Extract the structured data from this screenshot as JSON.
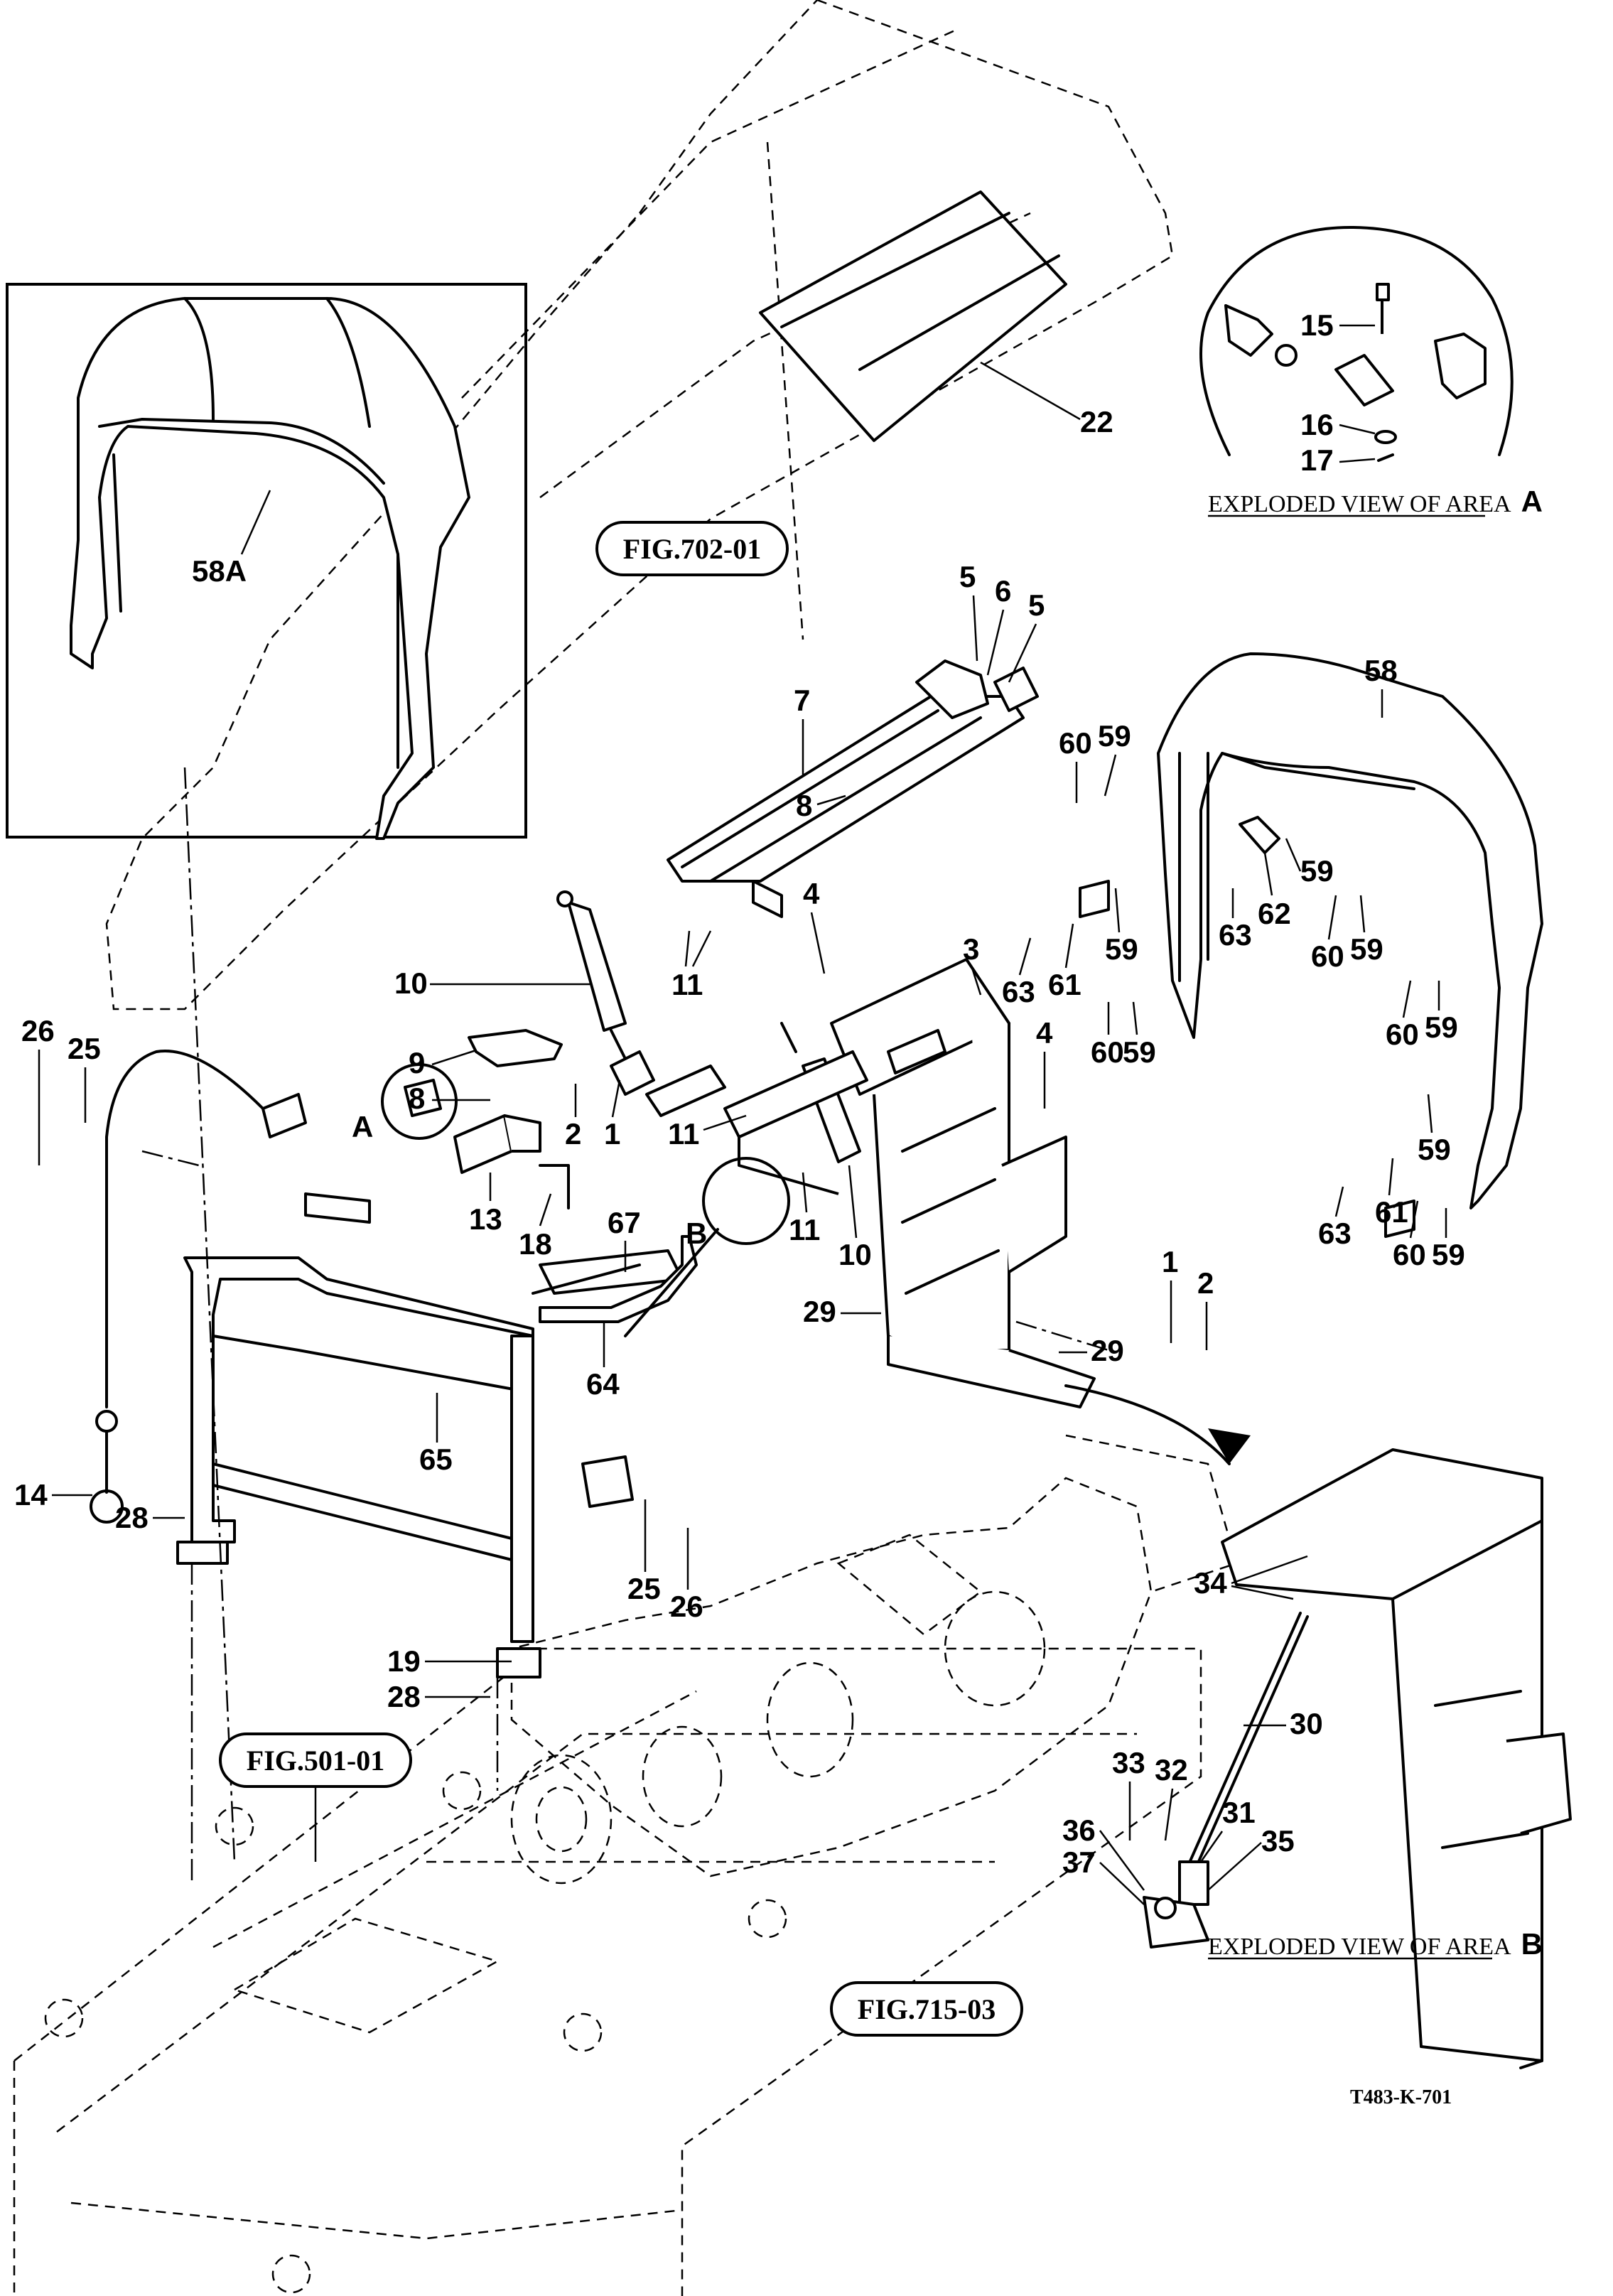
{
  "callouts": {
    "fig_702": "FIG.702-01",
    "fig_501": "FIG.501-01",
    "fig_715": "FIG.715-03"
  },
  "exploded_a": {
    "caption": "EXPLODED VIEW OF AREA",
    "letter": "A"
  },
  "exploded_b": {
    "caption": "EXPLODED VIEW OF AREA",
    "letter": "B"
  },
  "area_markers": {
    "a": "A",
    "b": "B"
  },
  "drawing_code": "T483-K-701",
  "part_labels": [
    "1",
    "2",
    "3",
    "4",
    "5",
    "6",
    "7",
    "8",
    "9",
    "10",
    "11",
    "13",
    "14",
    "15",
    "16",
    "17",
    "18",
    "19",
    "22",
    "25",
    "26",
    "28",
    "29",
    "30",
    "31",
    "32",
    "33",
    "34",
    "35",
    "36",
    "37",
    "58",
    "58A",
    "59",
    "60",
    "61",
    "62",
    "63",
    "64",
    "65",
    "67"
  ],
  "labels": {
    "l1a": "1",
    "l1b": "1",
    "l2a": "2",
    "l2b": "2",
    "l3": "3",
    "l4a": "4",
    "l4b": "4",
    "l5a": "5",
    "l5b": "5",
    "l6": "6",
    "l7": "7",
    "l8a": "8",
    "l8b": "8",
    "l9": "9",
    "l10a": "10",
    "l10b": "10",
    "l11a": "11",
    "l11b": "11",
    "l11c": "11",
    "l13": "13",
    "l14": "14",
    "l15": "15",
    "l16": "16",
    "l17": "17",
    "l18": "18",
    "l19": "19",
    "l22": "22",
    "l25a": "25",
    "l25b": "25",
    "l26a": "26",
    "l26b": "26",
    "l28a": "28",
    "l28b": "28",
    "l29a": "29",
    "l29b": "29",
    "l30": "30",
    "l31": "31",
    "l32": "32",
    "l33": "33",
    "l34": "34",
    "l35": "35",
    "l36": "36",
    "l37": "37",
    "l58": "58",
    "l58a": "58A",
    "l59a": "59",
    "l59b": "59",
    "l59c": "59",
    "l59d": "59",
    "l59e": "59",
    "l59f": "59",
    "l59g": "59",
    "l59h": "59",
    "l60a": "60",
    "l60b": "60",
    "l60c": "60",
    "l60d": "60",
    "l60e": "60",
    "l61a": "61",
    "l61b": "61",
    "l62": "62",
    "l63a": "63",
    "l63b": "63",
    "l63c": "63",
    "l64": "64",
    "l65": "65",
    "l67": "67"
  }
}
